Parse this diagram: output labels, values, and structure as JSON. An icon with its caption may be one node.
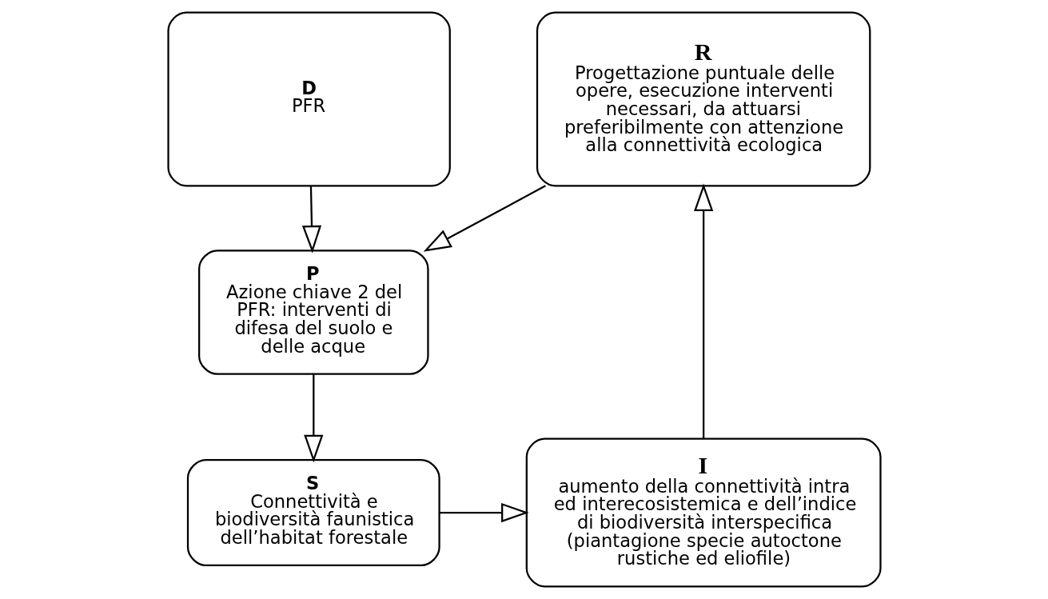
{
  "diagram": {
    "nodes": [
      {
        "text": [
          "D",
          "PFR"
        ]
      },
      {
        "text": [
          "R",
          "Progettazione puntuale delle opere, esecuzione interventi necessari, da attuarsi preferibilmente con attenzione alla connettività ecologica"
        ]
      },
      {
        "text": [
          "P",
          "Azione chiave 2 del PFR: interventi di difesa del suolo e delle acque"
        ]
      },
      {
        "text": [
          "S",
          "Connettività e biodiversità faunistica dell’habitat forestale"
        ]
      },
      {
        "text": [
          "I",
          "aumento della connettività intra ed interecosistemica e dell’indice di biodiversità interspecifica (piantagione specie autoctone rustiche ed eliofile)"
        ]
      }
    ],
    "edges": [
      {
        "from": 0,
        "to": 2,
        "arrow": "to"
      },
      {
        "from": 2,
        "to": 3,
        "arrow": "to"
      },
      {
        "from": 3,
        "to": 4,
        "arrow": "to"
      },
      {
        "from": 4,
        "to": 1,
        "arrow": "to"
      },
      {
        "from": 1,
        "to": 2,
        "arrow": "to"
      }
    ]
  }
}
